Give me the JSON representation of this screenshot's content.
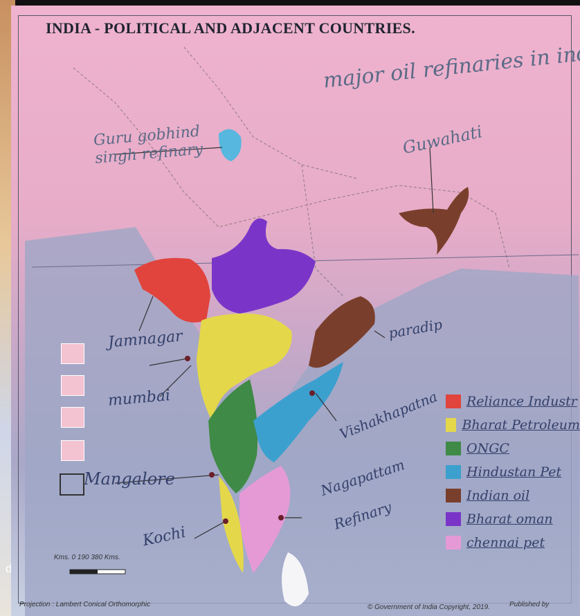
{
  "title": "INDIA - POLITICAL AND ADJACENT COUNTRIES.",
  "map_heading": "major oil refinaries in india",
  "annotations": {
    "guru": "Guru gobhind singh refinary",
    "guwahati": "Guwahati",
    "jamnagar": "Jamnagar",
    "mumbai": "mumbai",
    "mangalore": "Mangalore",
    "kochi": "Kochi",
    "paradip": "paradip",
    "vishakhapatna": "Vishakhapatna",
    "nagapattam": "Nagapattam",
    "refinery": "Refinary"
  },
  "legend": [
    {
      "label": "Reliance Industr",
      "color": "#e0443c"
    },
    {
      "label": "Bharat Petroleum",
      "color": "#e4d84a"
    },
    {
      "label": "ONGC",
      "color": "#3f8a46"
    },
    {
      "label": "Hindustan Pet",
      "color": "#3ca0cf"
    },
    {
      "label": "Indian oil",
      "color": "#7a3f2c"
    },
    {
      "label": "Bharat oman",
      "color": "#7a35c8"
    },
    {
      "label": "chennai pet",
      "color": "#e59ad6"
    }
  ],
  "scale": {
    "label": "Kms. 0        190        380 Kms."
  },
  "projection": "Projection : Lambert Conical Orthomorphic",
  "copyright": "© Government of India Copyright, 2019.",
  "published": "Published by",
  "edge_text": "dit",
  "colors": {
    "sea": "#9fa6c6",
    "land": "#eeb2cc",
    "ink": "#5a6a86"
  }
}
